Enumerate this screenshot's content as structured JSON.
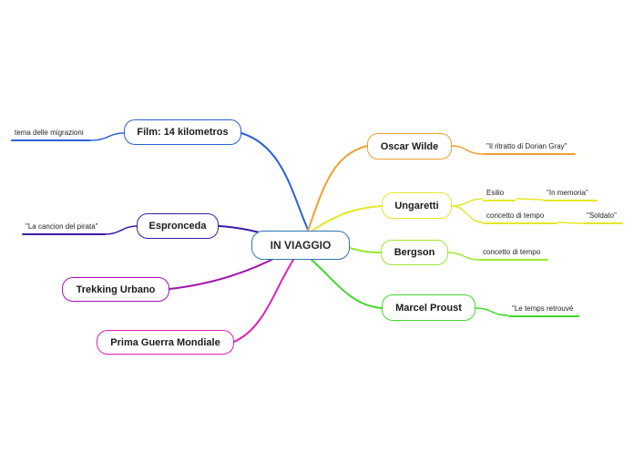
{
  "central": {
    "label": "IN VIAGGIO",
    "color": "#2e74b5"
  },
  "branches": {
    "film": {
      "label": "Film: 14 kilometros",
      "color": "#2b5fd9",
      "note": "tema delle migrazioni"
    },
    "espronceda": {
      "label": "Espronceda",
      "color": "#3d1aa6",
      "note": "\"La cancion del pirata\""
    },
    "trekking": {
      "label": "Trekking Urbano",
      "color": "#a112b0"
    },
    "guerra": {
      "label": "Prima Guerra Mondiale",
      "color": "#e01fb8"
    },
    "wilde": {
      "label": "Oscar Wilde",
      "color": "#f0a030",
      "note": "\"Il ritratto di Dorian Gray\""
    },
    "ungaretti": {
      "label": "Ungaretti",
      "color": "#e6e62a",
      "note_1": "Esilio",
      "note_1b": "\"In memoria\"",
      "note_2": "concetto di tempo",
      "note_2b": "\"Soldato\""
    },
    "bergson": {
      "label": "Bergson",
      "color": "#9be830",
      "note": "concetto di tempo"
    },
    "proust": {
      "label": "Marcel Proust",
      "color": "#3fd82a",
      "note": "\"Le temps retrouvé"
    }
  }
}
